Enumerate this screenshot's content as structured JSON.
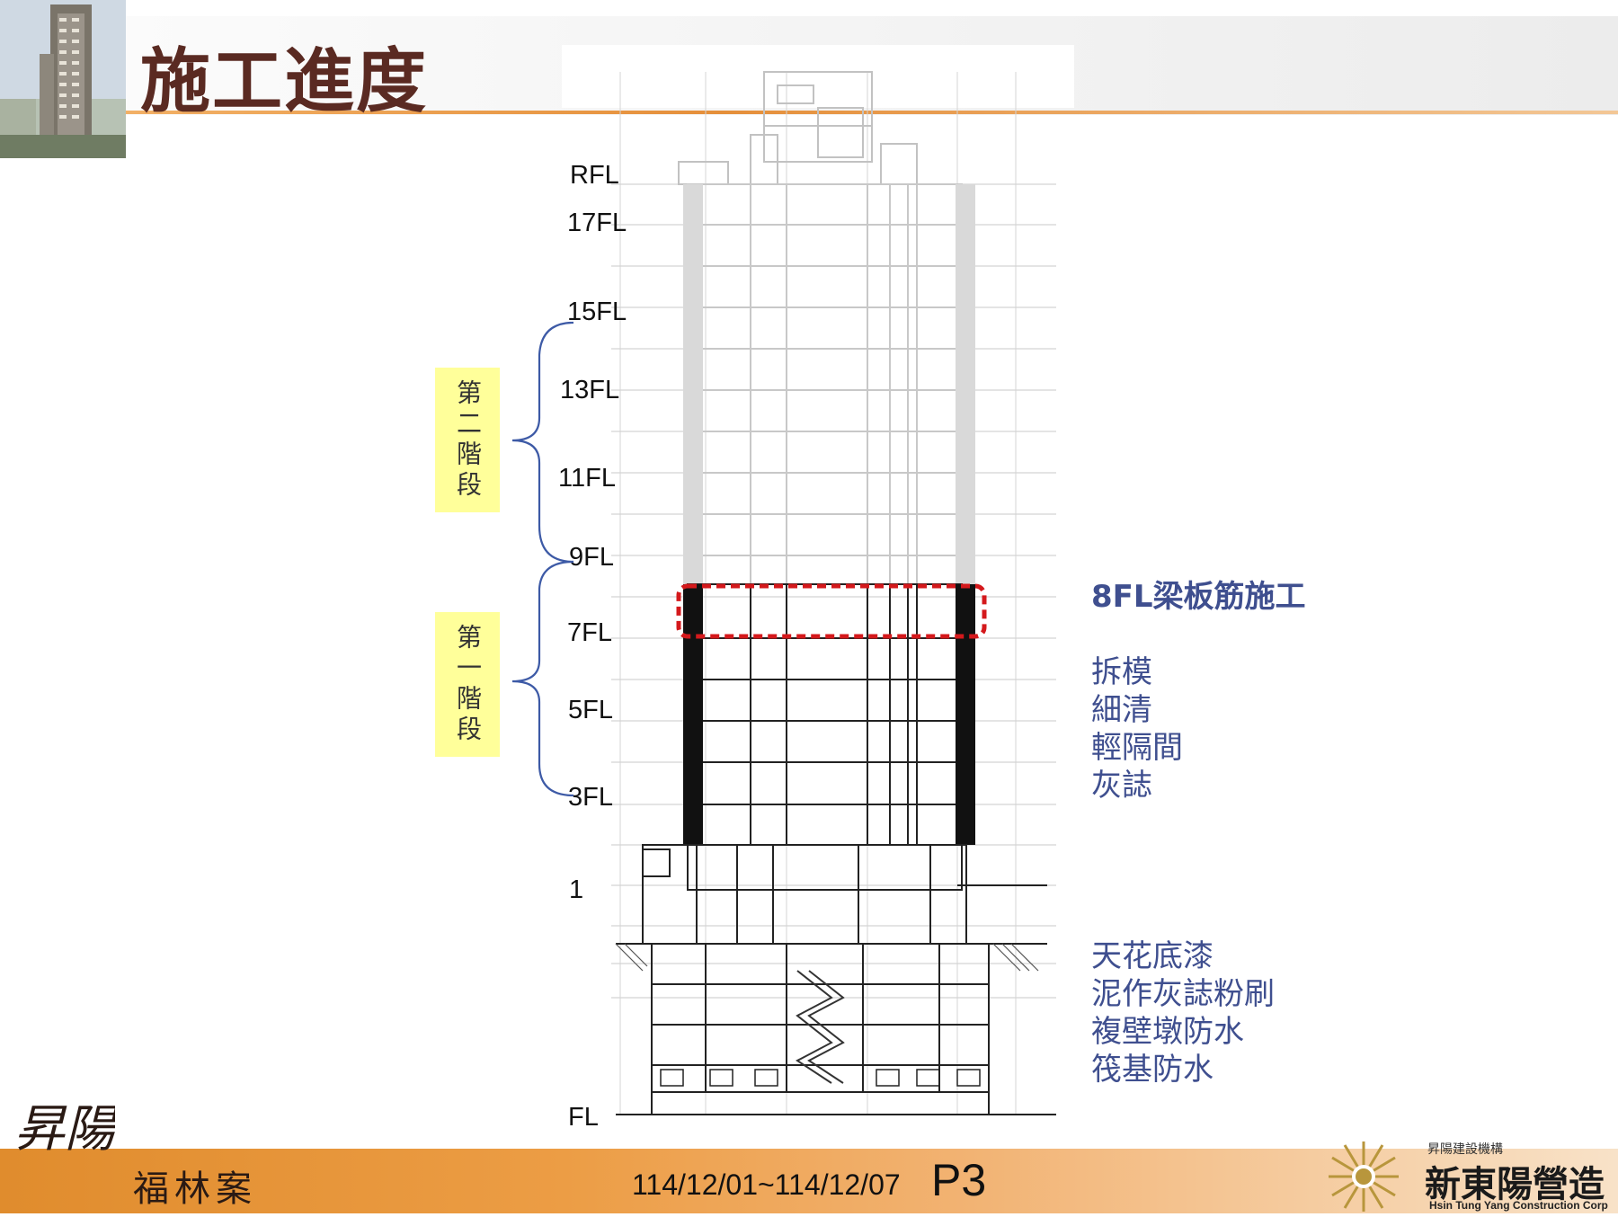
{
  "header": {
    "title": "施工進度"
  },
  "floor_labels": [
    "RFL",
    "17FL",
    "15FL",
    "13FL",
    "11FL",
    "9FL",
    "7FL",
    "5FL",
    "3FL",
    "1",
    "FL"
  ],
  "phases": [
    {
      "label": "第二階段"
    },
    {
      "label": "第一階段"
    }
  ],
  "current_task": "8FL梁板筋施工",
  "task_group_1": [
    "拆模",
    "細清",
    "輕隔間",
    "灰誌"
  ],
  "task_group_2": [
    "天花底漆",
    "泥作灰誌粉刷",
    "複壁墩防水",
    "筏基防水"
  ],
  "footer": {
    "logo_text": "昇陽",
    "project_name": "福林案",
    "date_range": "114/12/01~114/12/07",
    "page_number": "P3",
    "company_cn": "新東陽營造",
    "company_sub": "昇陽建設機構",
    "company_en": "Hsin Tung Yang Construction Corp"
  },
  "colors": {
    "title": "#5a2a22",
    "task_text": "#3f4f8f",
    "phase_box": "#ffff9a",
    "bracket": "#3d5aa6",
    "highlight": "#d4191c",
    "footer_orange": "#e58f3a"
  }
}
